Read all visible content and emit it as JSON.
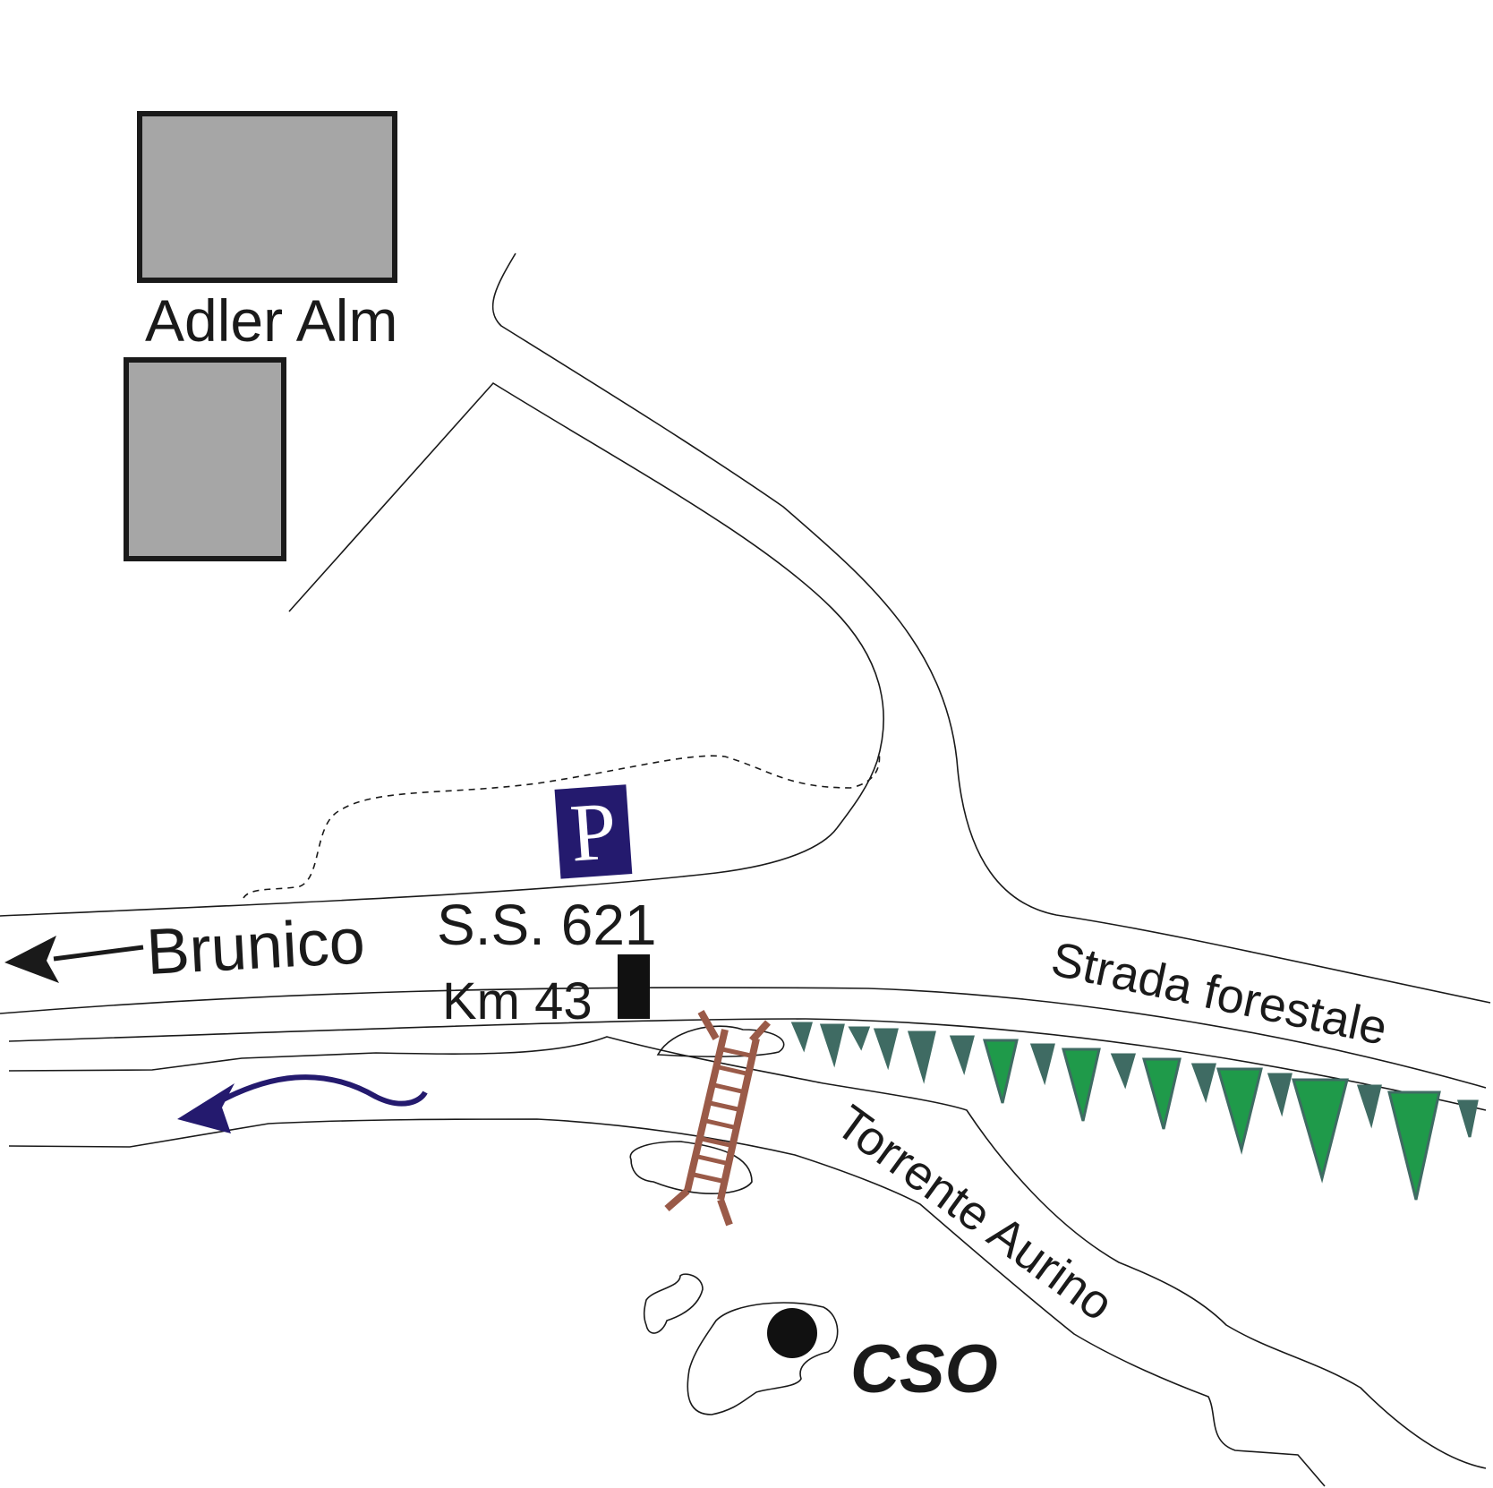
{
  "labels": {
    "building_name": "Adler Alm",
    "direction_town": "Brunico",
    "road_number": "S.S. 621",
    "road_km": "Km 43",
    "forest_road": "Strada forestale",
    "river": "Torrente Aurino",
    "site": "CSO"
  },
  "parking_letter": "P",
  "colors": {
    "building_fill": "#a6a6a6",
    "parking_bg": "#241a6e",
    "river_arrow": "#241a6e",
    "bridge": "#9a5a48",
    "tree_dark": "#3f6b63",
    "tree_light": "#1f9a4a",
    "km_marker": "#111111"
  },
  "icons": [
    "building",
    "parking-sign",
    "km-marker",
    "direction-arrow",
    "river-flow-arrow",
    "bridge",
    "tree",
    "site-marker"
  ]
}
